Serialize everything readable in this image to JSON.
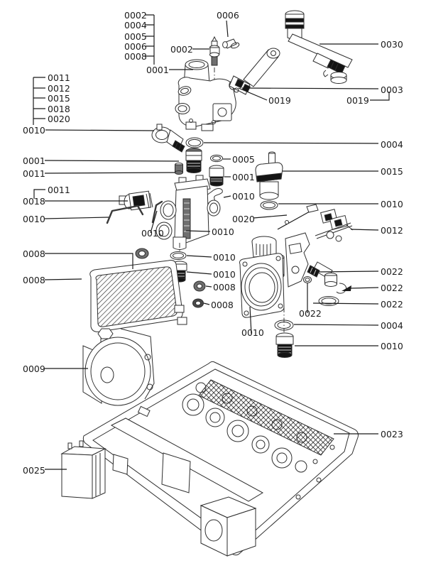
{
  "diagram": {
    "kind": "exploded-parts-diagram",
    "background_color": "#ffffff",
    "line_color": "#1a1a1a"
  },
  "callouts": [
    {
      "text": "0002",
      "part": "top-group-item-a"
    },
    {
      "text": "0004",
      "part": "top-group-item-b"
    },
    {
      "text": "0005",
      "part": "top-group-item-c"
    },
    {
      "text": "0006",
      "part": "top-group-item-d"
    },
    {
      "text": "0008",
      "part": "top-group-item-e"
    },
    {
      "text": "0006",
      "part": "top-screw"
    },
    {
      "text": "0002",
      "part": "temperature-sensor"
    },
    {
      "text": "0001",
      "part": "valve-assembly"
    },
    {
      "text": "0030",
      "part": "pipe-with-cap"
    },
    {
      "text": "0003",
      "part": "actuator"
    },
    {
      "text": "0019",
      "part": "clip-left"
    },
    {
      "text": "0019",
      "part": "clip-right"
    },
    {
      "text": "0011",
      "part": "left-group-item-a"
    },
    {
      "text": "0012",
      "part": "left-group-item-b"
    },
    {
      "text": "0015",
      "part": "left-group-item-c"
    },
    {
      "text": "0018",
      "part": "left-group-item-d"
    },
    {
      "text": "0020",
      "part": "left-group-item-e"
    },
    {
      "text": "0010",
      "part": "clamp-fitting"
    },
    {
      "text": "0004",
      "part": "o-ring-upper"
    },
    {
      "text": "0005",
      "part": "o-ring-small"
    },
    {
      "text": "0001",
      "part": "fitting-left"
    },
    {
      "text": "0011",
      "part": "bushing"
    },
    {
      "text": "0001",
      "part": "fitting-center"
    },
    {
      "text": "0015",
      "part": "air-vent"
    },
    {
      "text": "0011",
      "part": "sensor-group"
    },
    {
      "text": "0018",
      "part": "flow-sensor"
    },
    {
      "text": "0010",
      "part": "hook-clip"
    },
    {
      "text": "0010",
      "part": "o-ring-under-vent"
    },
    {
      "text": "0010",
      "part": "wire-clip-a"
    },
    {
      "text": "0020",
      "part": "needle-pin"
    },
    {
      "text": "0012",
      "part": "pressure-switch"
    },
    {
      "text": "0010",
      "part": "wire-clip-b"
    },
    {
      "text": "0010",
      "part": "manifold-cartridge"
    },
    {
      "text": "0010",
      "part": "washer-center"
    },
    {
      "text": "0008",
      "part": "o-ring-pair"
    },
    {
      "text": "0010",
      "part": "plug-center"
    },
    {
      "text": "0008",
      "part": "o-ring-lower"
    },
    {
      "text": "0008",
      "part": "heat-exchanger"
    },
    {
      "text": "0008",
      "part": "nut-lower"
    },
    {
      "text": "0022",
      "part": "elbow-pipe"
    },
    {
      "text": "0022",
      "part": "retaining-clip"
    },
    {
      "text": "0022",
      "part": "flat-ring"
    },
    {
      "text": "0022",
      "part": "small-o-ring"
    },
    {
      "text": "0004",
      "part": "washer-right"
    },
    {
      "text": "0010",
      "part": "fan-housing"
    },
    {
      "text": "0010",
      "part": "plug-right"
    },
    {
      "text": "0009",
      "part": "pump"
    },
    {
      "text": "0023",
      "part": "chassis-tray"
    },
    {
      "text": "0025",
      "part": "control-box"
    }
  ]
}
